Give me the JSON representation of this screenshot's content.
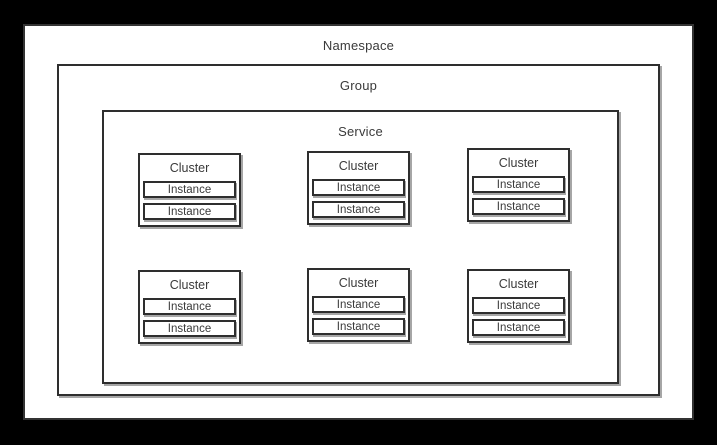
{
  "diagram": {
    "namespace": {
      "label": "Namespace"
    },
    "group": {
      "label": "Group"
    },
    "service": {
      "label": "Service"
    },
    "clusters": [
      {
        "label": "Cluster",
        "instances": [
          "Instance",
          "Instance"
        ]
      },
      {
        "label": "Cluster",
        "instances": [
          "Instance",
          "Instance"
        ]
      },
      {
        "label": "Cluster",
        "instances": [
          "Instance",
          "Instance"
        ]
      },
      {
        "label": "Cluster",
        "instances": [
          "Instance",
          "Instance"
        ]
      },
      {
        "label": "Cluster",
        "instances": [
          "Instance",
          "Instance"
        ]
      },
      {
        "label": "Cluster",
        "instances": [
          "Instance",
          "Instance"
        ]
      }
    ]
  },
  "colors": {
    "canvas_background": "#000000",
    "box_fill": "#ffffff",
    "border": "#2e2e2e",
    "text": "#3a3a3a"
  }
}
